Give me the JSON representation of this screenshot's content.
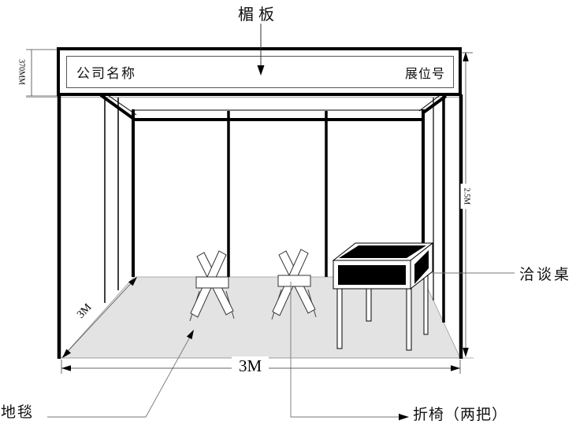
{
  "labels": {
    "fascia": "楣板",
    "company_name": "公司名称",
    "booth_number": "展位号",
    "table": "洽谈桌",
    "folding_chairs": "折椅（两把）",
    "carpet": "地毯"
  },
  "dimensions": {
    "fascia_height": "370MM",
    "booth_height": "2.5M",
    "booth_width": "3M",
    "booth_depth": "3M"
  },
  "colors": {
    "line": "#000000",
    "leader": "#777777",
    "dimension": "#444444",
    "carpet_fill": "#e3e3e3",
    "background": "#ffffff"
  }
}
